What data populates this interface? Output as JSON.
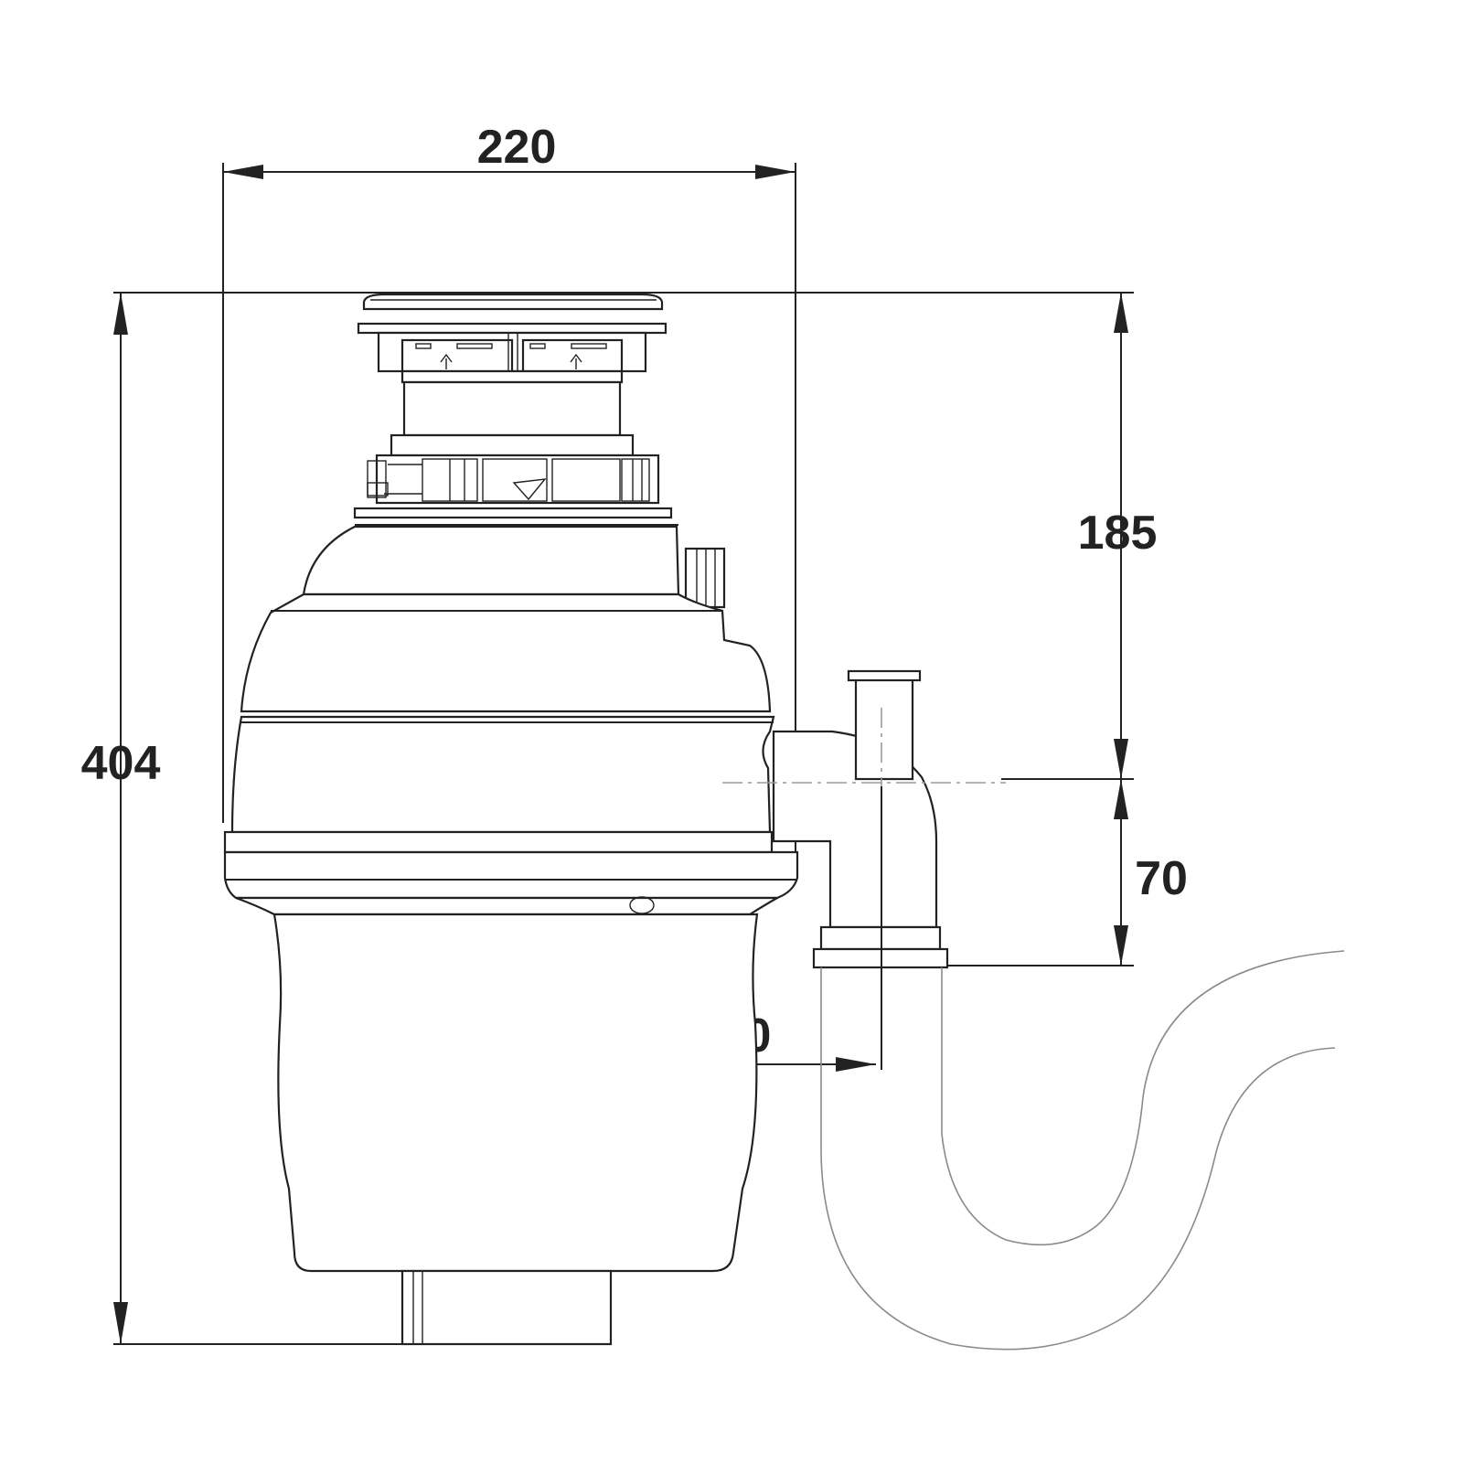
{
  "dimensions": {
    "width": "220",
    "height": "404",
    "inlet_to_outlet_height": "185",
    "outlet_drop": "70",
    "outlet_offset": "140"
  }
}
